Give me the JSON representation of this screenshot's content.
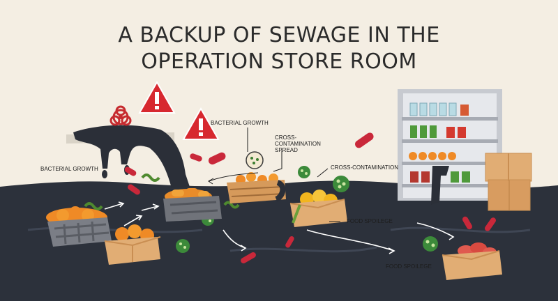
{
  "title": {
    "line1": "A BACKUP OF SEWAGE IN THE",
    "line2": "OPERATION STORE ROOM"
  },
  "labels": {
    "bacterial_growth_top": "BACTERIAL GROWTH",
    "cross_contamination_spread": "CROSS-CONTAMINATION SPREAD",
    "bacterial_growth_left": "BACTERIAL GROWTH",
    "cross_contamination": "CROSS-CONTAMINATION",
    "food_spoilage_center": "FOOD SPOILEGE",
    "food_spoilage_bottom": "FOOD SPOILEGE"
  },
  "colors": {
    "background": "#f4eee3",
    "sewage": "#2c313b",
    "warning_red": "#d7282f",
    "crate_gray": "#7b7e86",
    "cardboard": "#e1ad74",
    "food_orange": "#ef8a26"
  },
  "icons": [
    "warning-icon",
    "biohazard-icon",
    "bacteria-icon",
    "shelf-icon",
    "crate-icon",
    "box-icon"
  ]
}
